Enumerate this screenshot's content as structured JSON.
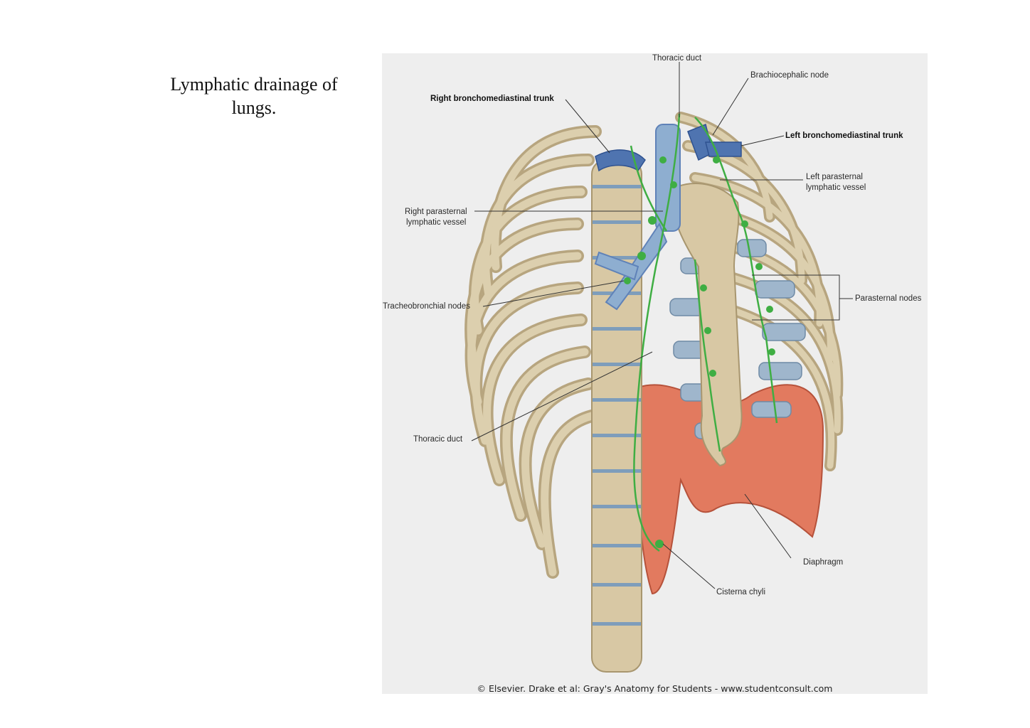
{
  "slide": {
    "title": "Lymphatic drainage of lungs."
  },
  "figure": {
    "labels": {
      "thoracic_duct_top": "Thoracic duct",
      "brachiocephalic_node": "Brachiocephalic node",
      "right_bronchomediastinal_trunk": "Right bronchomediastinal trunk",
      "left_bronchomediastinal_trunk": "Left bronchomediastinal trunk",
      "left_parasternal_1": "Left parasternal",
      "left_parasternal_2": "lymphatic vessel",
      "right_parasternal_1": "Right parasternal",
      "right_parasternal_2": "lymphatic vessel",
      "parasternal_nodes": "Parasternal nodes",
      "tracheobronchial_nodes": "Tracheobronchial nodes",
      "thoracic_duct_lower": "Thoracic duct",
      "diaphragm": "Diaphragm",
      "cisterna_chyli": "Cisterna chyli"
    },
    "credit": "© Elsevier. Drake et al: Gray's Anatomy for Students - www.studentconsult.com",
    "colors": {
      "bone": "#d8c8a4",
      "bone_shade": "#b7a57f",
      "vessel_blue": "#5f82b8",
      "cartilage": "#9fb6cc",
      "lymph_green": "#3fae43",
      "muscle": "#e27a5f",
      "background": "#eeeeee"
    }
  }
}
